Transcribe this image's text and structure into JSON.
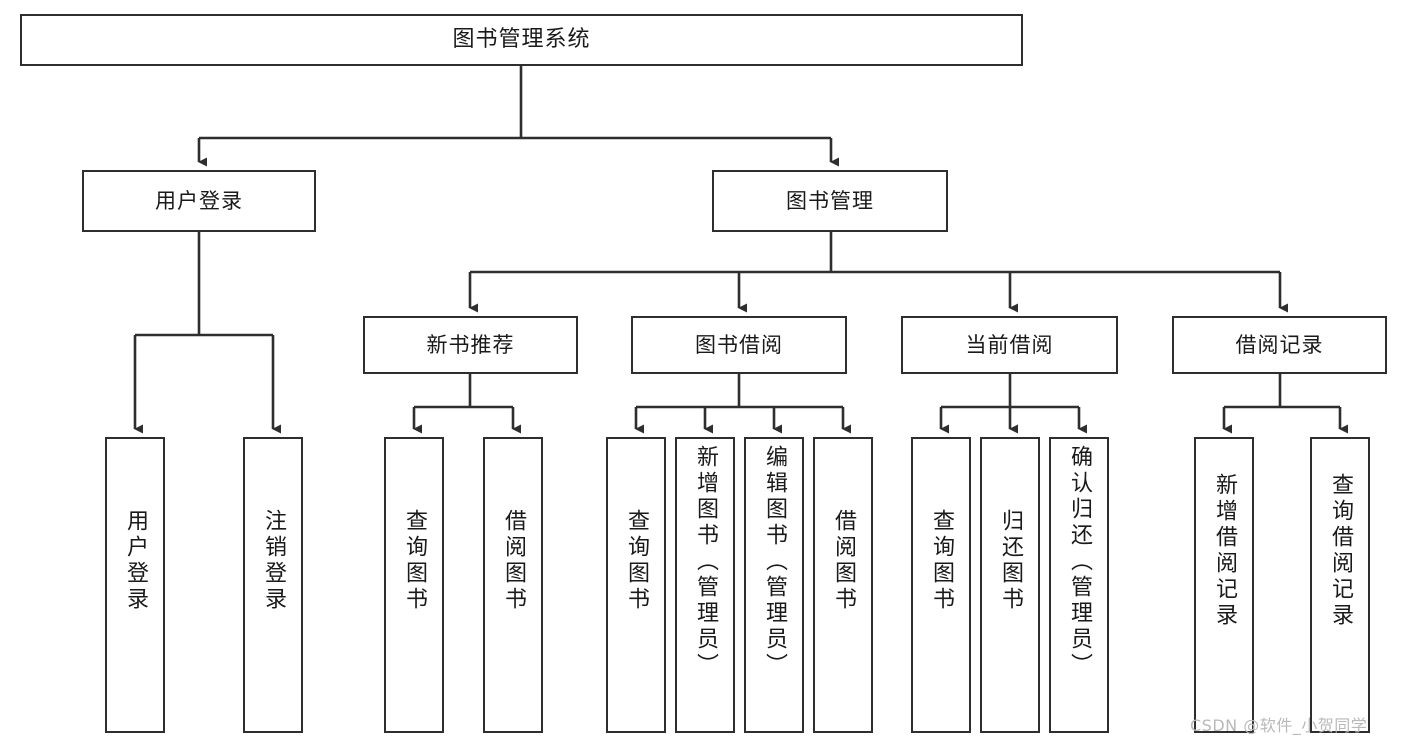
{
  "diagram": {
    "title": "图书管理系统",
    "watermark": "CSDN @软件_小贺同学",
    "colors": {
      "stroke": "#2e2e2e",
      "fill": "#ffffff",
      "text": "#1a1a1a",
      "watermark": "#b9b9b9"
    },
    "nodes": {
      "root": "图书管理系统",
      "user_login": "用户登录",
      "book_manage": "图书管理",
      "new_book_rec": "新书推荐",
      "book_borrow": "图书借阅",
      "current_borrow": "当前借阅",
      "borrow_record": "借阅记录",
      "leaf_user_login": "用户登录",
      "leaf_user_logout": "注销登录",
      "leaf_rec_query_book": "查询图书",
      "leaf_rec_borrow_book": "借阅图书",
      "leaf_borrow_query_book": "查询图书",
      "leaf_borrow_add_book": "新增图书（管理员）",
      "leaf_borrow_edit_book": "编辑图书（管理员）",
      "leaf_borrow_borrow_book": "借阅图书",
      "leaf_cur_query_book": "查询图书",
      "leaf_cur_return_book": "归还图书",
      "leaf_cur_confirm_return": "确认归还（管理员）",
      "leaf_rec_add_record": "新增借阅记录",
      "leaf_rec_query_record": "查询借阅记录"
    }
  }
}
